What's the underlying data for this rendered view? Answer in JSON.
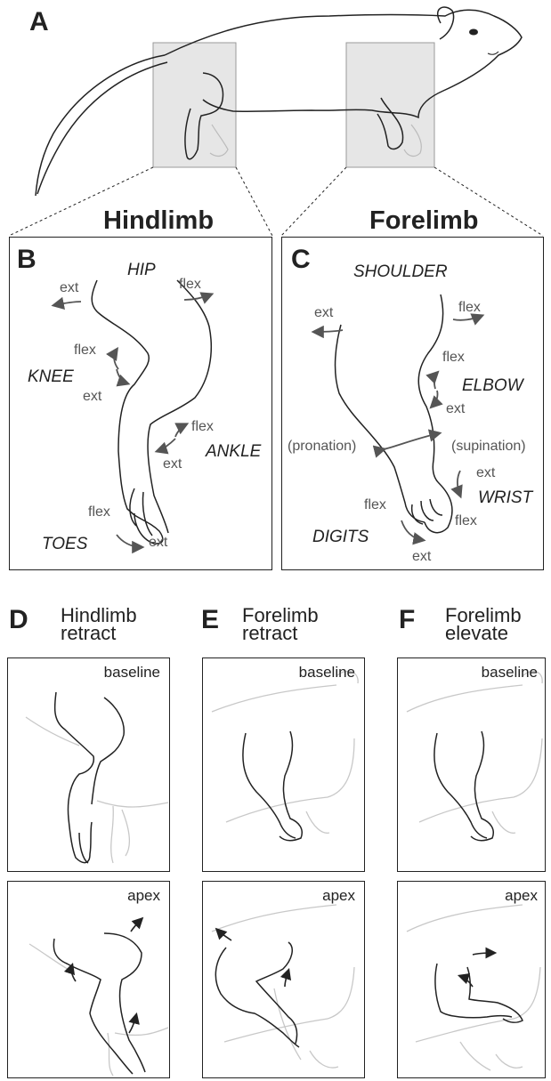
{
  "panels": {
    "a": {
      "letter": "A"
    },
    "b": {
      "letter": "B",
      "section_title": "Hindlimb",
      "joints": {
        "hip": "HIP",
        "knee": "KNEE",
        "ankle": "ANKLE",
        "toes": "TOES"
      },
      "motions": {
        "hip_ext": "ext",
        "hip_flex": "flex",
        "knee_flex": "flex",
        "knee_ext": "ext",
        "ankle_flex": "flex",
        "ankle_ext": "ext",
        "toes_flex": "flex",
        "toes_ext": "ext"
      }
    },
    "c": {
      "letter": "C",
      "section_title": "Forelimb",
      "joints": {
        "shoulder": "SHOULDER",
        "elbow": "ELBOW",
        "wrist": "WRIST",
        "digits": "DIGITS"
      },
      "motions": {
        "shoulder_ext": "ext",
        "shoulder_flex": "flex",
        "elbow_flex": "flex",
        "elbow_ext": "ext",
        "pronation": "(pronation)",
        "supination": "(supination)",
        "wrist_ext": "ext",
        "wrist_flex": "flex",
        "digits_flex": "flex",
        "digits_ext": "ext"
      }
    },
    "d": {
      "letter": "D",
      "title_line1": "Hindlimb",
      "title_line2": "retract",
      "state_top": "baseline",
      "state_bottom": "apex"
    },
    "e": {
      "letter": "E",
      "title_line1": "Forelimb",
      "title_line2": "retract",
      "state_top": "baseline",
      "state_bottom": "apex"
    },
    "f": {
      "letter": "F",
      "title_line1": "Forelimb",
      "title_line2": "elevate",
      "state_top": "baseline",
      "state_bottom": "apex"
    }
  },
  "colors": {
    "line": "#222222",
    "arrow": "#555555",
    "ghost": "#c8c8c8",
    "highlight": "#e6e6e6"
  }
}
